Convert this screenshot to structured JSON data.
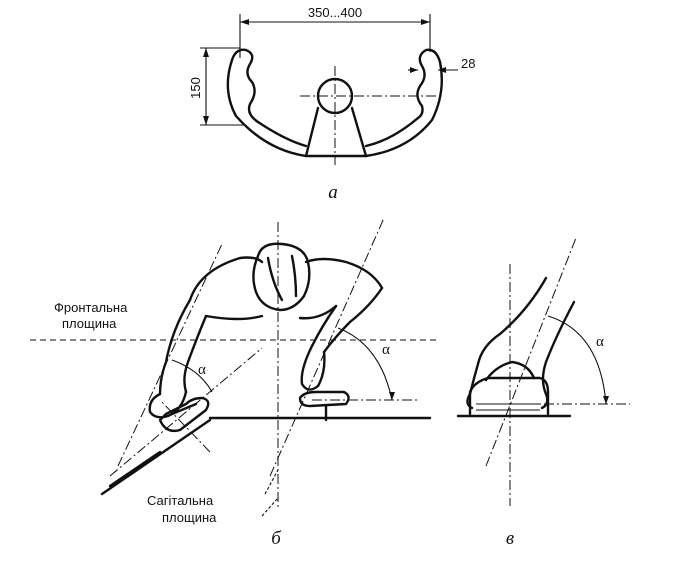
{
  "colors": {
    "ink": "#111111",
    "background": "#ffffff"
  },
  "figure_a": {
    "width_dimension": "350...400",
    "height_dimension": "150",
    "thickness_dimension": "28",
    "caption": "а"
  },
  "figure_b": {
    "frontal_plane_line1": "Фронтальна",
    "frontal_plane_line2": "площина",
    "sagittal_plane_line1": "Сагітальна",
    "sagittal_plane_line2": "площина",
    "angle_left": "α",
    "angle_right": "α",
    "caption": "б"
  },
  "figure_c": {
    "angle": "α",
    "caption": "в"
  }
}
